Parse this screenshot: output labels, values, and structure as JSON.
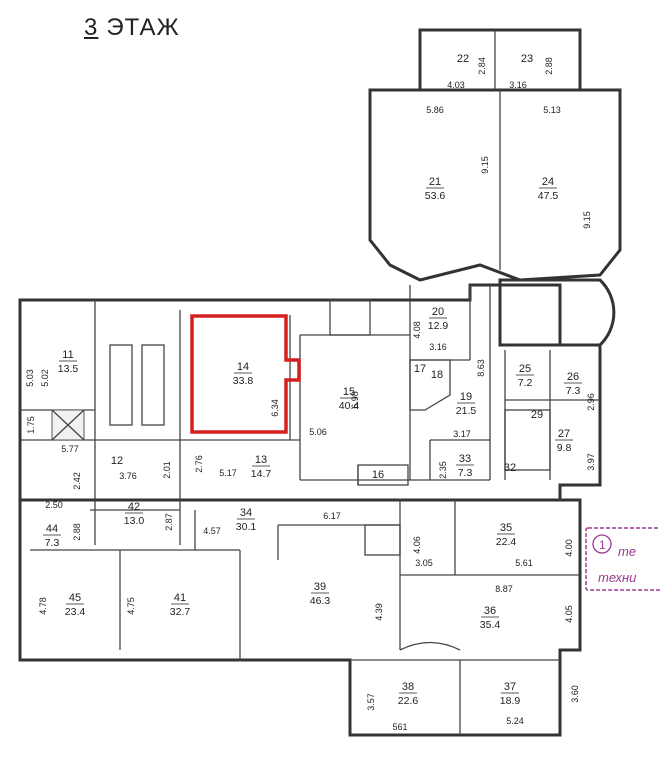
{
  "title": {
    "number": "3",
    "label": "ЭТАЖ"
  },
  "highlight_room": "14",
  "rooms": [
    {
      "id": "22",
      "area": ""
    },
    {
      "id": "23",
      "area": ""
    },
    {
      "id": "21",
      "area": "53.6"
    },
    {
      "id": "24",
      "area": "47.5"
    },
    {
      "id": "20",
      "area": "12.9"
    },
    {
      "id": "11",
      "area": "13.5"
    },
    {
      "id": "14",
      "area": "33.8"
    },
    {
      "id": "15",
      "area": "40.4"
    },
    {
      "id": "17",
      "area": ""
    },
    {
      "id": "18",
      "area": ""
    },
    {
      "id": "19",
      "area": "21.5"
    },
    {
      "id": "25",
      "area": "7.2"
    },
    {
      "id": "26",
      "area": "7.3"
    },
    {
      "id": "29",
      "area": ""
    },
    {
      "id": "27",
      "area": "9.8"
    },
    {
      "id": "32",
      "area": ""
    },
    {
      "id": "12",
      "area": ""
    },
    {
      "id": "13",
      "area": "14.7"
    },
    {
      "id": "16",
      "area": ""
    },
    {
      "id": "33",
      "area": "7.3"
    },
    {
      "id": "42",
      "area": "13.0"
    },
    {
      "id": "34",
      "area": "30.1"
    },
    {
      "id": "44",
      "area": "7.3"
    },
    {
      "id": "35",
      "area": "22.4"
    },
    {
      "id": "45",
      "area": "23.4"
    },
    {
      "id": "41",
      "area": "32.7"
    },
    {
      "id": "39",
      "area": "46.3"
    },
    {
      "id": "36",
      "area": "35.4"
    },
    {
      "id": "38",
      "area": "22.6"
    },
    {
      "id": "37",
      "area": "18.9"
    }
  ],
  "dimensions": [
    "4.03",
    "2.84",
    "3.16",
    "2.88",
    "5.86",
    "5.13",
    "9.15",
    "9.15",
    "4.08",
    "3.16",
    "8.63",
    "5.03",
    "5.02",
    "6.98",
    "6.34",
    "5.06",
    "1.75",
    "5.77",
    "3.76",
    "2.01",
    "2.76",
    "5.17",
    "2.42",
    "3.17",
    "2.35",
    "2.96",
    "3.97",
    "2.50",
    "2.88",
    "2.87",
    "4.57",
    "6.17",
    "4.06",
    "3.05",
    "5.61",
    "4.00",
    "8.87",
    "4.78",
    "4.75",
    "4.39",
    "4.05",
    "3.57",
    "561",
    "5.24",
    "3.60"
  ],
  "legend": {
    "number": "1",
    "line1": "те",
    "line2": "техни"
  },
  "colors": {
    "highlight": "#d42020",
    "legend": "#9a3a93"
  }
}
